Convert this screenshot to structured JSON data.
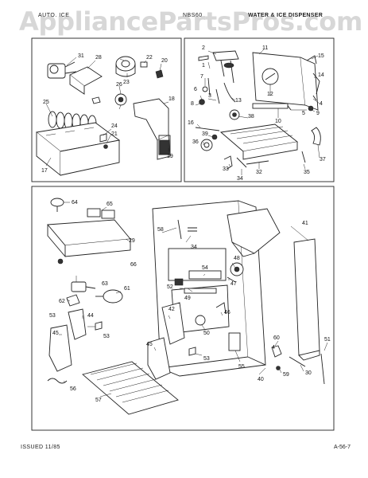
{
  "header": {
    "left": "AUTO. ICE",
    "middle": "NBS60",
    "right": "WATER & ICE DISPENSER"
  },
  "watermark": "AppliancePartsPros.com",
  "callouts": {
    "c1": "1",
    "c2": "2",
    "c3": "3",
    "c4": "4",
    "c5": "5",
    "c6": "6",
    "c7": "7",
    "c8": "8",
    "c9": "9",
    "c10": "10",
    "c11": "11",
    "c12": "12",
    "c13": "13",
    "c14": "14",
    "c15": "15",
    "c16": "16",
    "c17": "17",
    "c18": "18",
    "c19": "19",
    "c20": "20",
    "c21": "21",
    "c22": "22",
    "c23": "23",
    "c24": "24",
    "c25": "25",
    "c26": "26",
    "c28": "28",
    "c29": "29",
    "c30": "30",
    "c31": "31",
    "c32": "32",
    "c33": "33",
    "c34": "34",
    "c35": "35",
    "c36": "36",
    "c37": "37",
    "c38": "38",
    "c39": "39",
    "c40": "40",
    "c41": "41",
    "c42": "42",
    "c44": "44",
    "c45": "45",
    "c46": "46",
    "c47": "47",
    "c48": "48",
    "c49": "49",
    "c50": "50",
    "c51": "51",
    "c52": "52",
    "c53": "53",
    "c54": "54",
    "c55": "55",
    "c56": "56",
    "c57": "57",
    "c58": "58",
    "c59": "59",
    "c60": "60",
    "c61": "61",
    "c62": "62",
    "c63": "63",
    "c64": "64",
    "c65": "65",
    "c66": "66"
  },
  "footer": {
    "issued": "ISSUED 11/85",
    "page": "A-56-7"
  }
}
